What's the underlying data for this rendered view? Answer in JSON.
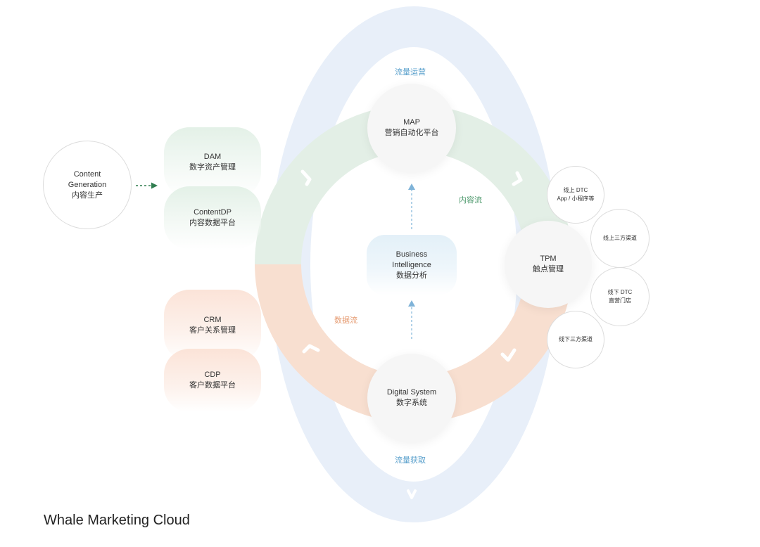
{
  "colors": {
    "traffic_ring": "#e8eff9",
    "content_ring": "#e3efe6",
    "data_ring": "#f8dfd0",
    "content_label": "#4f9a6e",
    "data_label": "#e59a70",
    "traffic_label": "#5aa0cc",
    "arrow_green": "#2f7d4f",
    "arrow_blue": "#7fb3d8"
  },
  "traffic_flow": {
    "top_label": "流量运营",
    "bottom_label": "流量获取"
  },
  "flows": {
    "content_flow_label": "内容流",
    "data_flow_label": "数据流"
  },
  "content_generation": {
    "line1": "Content",
    "line2": "Generation",
    "line3": "内容生产"
  },
  "left_nodes": {
    "dam": {
      "title": "DAM",
      "subtitle": "数字资产管理"
    },
    "contentdp": {
      "title": "ContentDP",
      "subtitle": "内容数据平台"
    },
    "crm": {
      "title": "CRM",
      "subtitle": "客户关系管理"
    },
    "cdp": {
      "title": "CDP",
      "subtitle": "客户数据平台"
    }
  },
  "center_nodes": {
    "map": {
      "title": "MAP",
      "subtitle": "营销自动化平台"
    },
    "bi": {
      "line1": "Business",
      "line2": "Intelligence",
      "line3": "数据分析"
    },
    "digital": {
      "title": "Digital System",
      "subtitle": "数字系统"
    },
    "tpm": {
      "title": "TPM",
      "subtitle": "触点管理"
    }
  },
  "touchpoints": {
    "online_dtc": {
      "line1": "线上 DTC",
      "line2": "App / 小程序等"
    },
    "online_third": {
      "line1": "线上三方渠道"
    },
    "offline_dtc": {
      "line1": "线下 DTC",
      "line2": "直营门店"
    },
    "offline_third": {
      "line1": "线下三方渠道"
    }
  },
  "brand": "Whale Marketing Cloud"
}
